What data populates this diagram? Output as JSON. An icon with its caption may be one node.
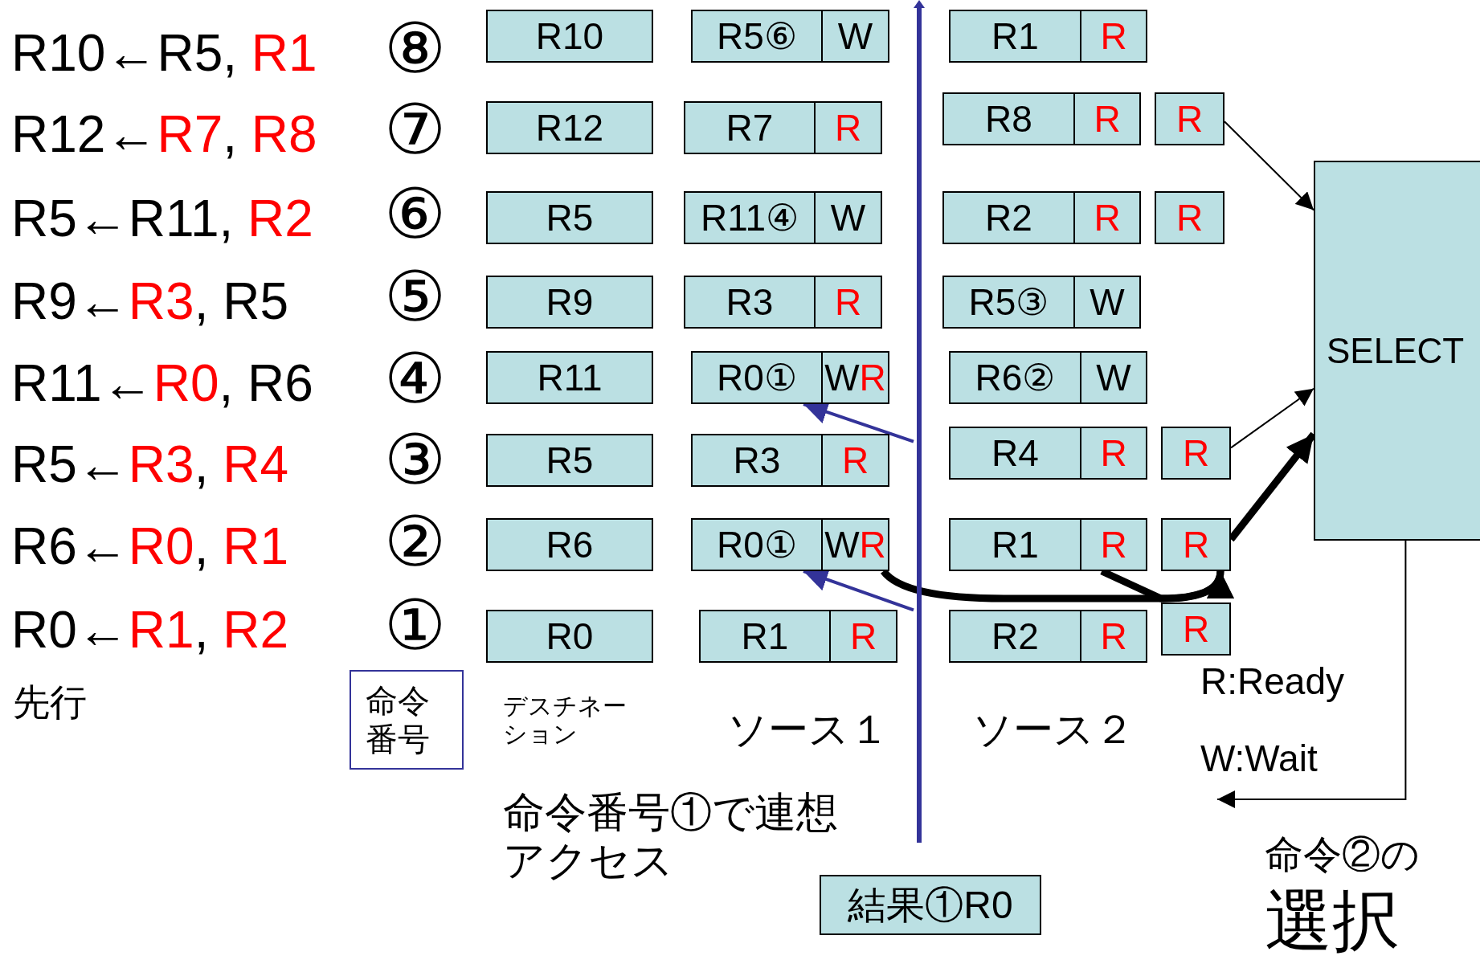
{
  "diagram": {
    "nodes": [
      {
        "text": [
          "R10"
        ]
      },
      {
        "text": [
          "R5⑥",
          "W"
        ]
      },
      {
        "text": [
          "R1",
          "R"
        ]
      },
      {
        "text": [
          "R12"
        ]
      },
      {
        "text": [
          "R7",
          "R"
        ]
      },
      {
        "text": [
          "R8",
          "R"
        ]
      },
      {
        "text": [
          "R"
        ]
      },
      {
        "text": [
          "SELECT"
        ]
      },
      {
        "text": [
          "R5"
        ]
      },
      {
        "text": [
          "R11④",
          "W"
        ]
      },
      {
        "text": [
          "R2",
          "R"
        ]
      },
      {
        "text": [
          "R"
        ]
      },
      {
        "text": [
          "R9"
        ]
      },
      {
        "text": [
          "R3",
          "R"
        ]
      },
      {
        "text": [
          "R5③",
          "W"
        ]
      },
      {
        "text": [
          "R11"
        ]
      },
      {
        "text": [
          "R0①",
          "WR"
        ]
      },
      {
        "text": [
          "R6②",
          "W"
        ]
      },
      {
        "text": [
          "R5"
        ]
      },
      {
        "text": [
          "R3",
          "R"
        ]
      },
      {
        "text": [
          "R4",
          "R"
        ]
      },
      {
        "text": [
          "R"
        ]
      },
      {
        "text": [
          "R6"
        ]
      },
      {
        "text": [
          "R0①",
          "WR"
        ]
      },
      {
        "text": [
          "R1",
          "R"
        ]
      },
      {
        "text": [
          "R"
        ]
      },
      {
        "text": [
          "R0"
        ]
      },
      {
        "text": [
          "R1",
          "R"
        ]
      },
      {
        "text": [
          "R2",
          "R"
        ]
      },
      {
        "text": [
          "R"
        ]
      },
      {
        "text": [
          "命令番号"
        ]
      },
      {
        "text": [],
        "shape": "bar"
      },
      {
        "text": [
          "結果①R0"
        ]
      }
    ],
    "edges": [
      {
        "from": 31,
        "to": 16,
        "arrow": "to",
        "color": "#333399"
      },
      {
        "from": 31,
        "to": 23,
        "arrow": "to",
        "color": "#333399"
      },
      {
        "from": 23,
        "to": 25,
        "arrow": "to",
        "style": "thick"
      },
      {
        "from": 24,
        "to": 25,
        "arrow": "to",
        "style": "thick"
      },
      {
        "from": 25,
        "to": 7,
        "arrow": "to",
        "style": "thick"
      },
      {
        "from": 6,
        "to": 7,
        "arrow": "to"
      },
      {
        "from": 21,
        "to": 7,
        "arrow": "to"
      },
      {
        "from": 7,
        "to": null,
        "arrow": "to"
      }
    ],
    "labels": [
      "R10←R5, R1",
      "⑧",
      "R12←R7, R8",
      "⑦",
      "R5←R11, R2",
      "⑥",
      "R9←R3, R5",
      "⑤",
      "R11←R0, R6",
      "④",
      "R5←R3, R4",
      "③",
      "R6←R0, R1",
      "②",
      "R0←R1, R2",
      "①",
      "先行",
      "デスチネーション",
      "ソース１",
      "ソース２",
      "R:Ready",
      "W:Wait",
      "命令番号①で連想アクセス",
      "命令②の",
      "選択"
    ]
  }
}
